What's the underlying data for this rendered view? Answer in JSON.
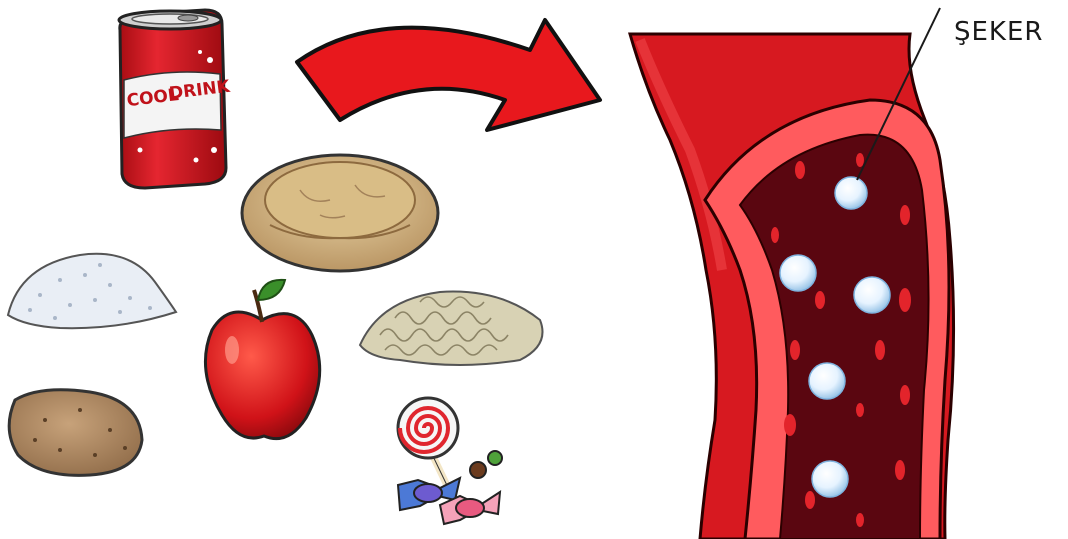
{
  "label": {
    "text": "ŞEKER"
  },
  "can": {
    "text_line1": "COOL",
    "text_line2": "DRINK"
  },
  "colors": {
    "arrow": "#e8181d",
    "vessel_outer": "#d71920",
    "vessel_inner": "#5a0610",
    "sugar": "#dfefff",
    "can_red": "#d3141c"
  },
  "icons": [
    "drink-can-icon",
    "bread-icon",
    "sugar-pile-icon",
    "apple-icon",
    "noodles-icon",
    "potato-icon",
    "candy-icon",
    "arrow-icon",
    "blood-vessel-icon",
    "sugar-molecule-icon"
  ]
}
